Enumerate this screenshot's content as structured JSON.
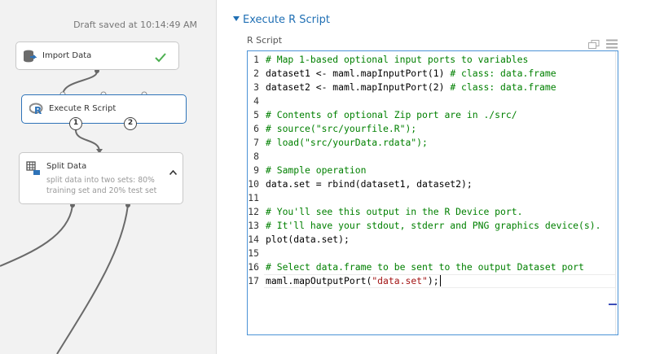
{
  "canvas": {
    "draft_status": "Draft saved at 10:14:49 AM",
    "nodes": {
      "import": {
        "label": "Import Data",
        "status_icon": "checkmark-icon"
      },
      "execute": {
        "label": "Execute R Script",
        "ports": [
          "1",
          "2"
        ]
      },
      "split": {
        "label": "Split Data",
        "description": "split data into two sets: 80% training set and 20% test set"
      }
    }
  },
  "panel": {
    "title": "Execute R Script",
    "param_label": "R Script",
    "lines": [
      {
        "num": "1",
        "parts": [
          {
            "t": "cm",
            "s": "# Map 1-based optional input ports to variables"
          }
        ]
      },
      {
        "num": "2",
        "parts": [
          {
            "t": "tx",
            "s": "dataset1 <- maml.mapInputPort(1) "
          },
          {
            "t": "cm",
            "s": "# class: data.frame"
          }
        ]
      },
      {
        "num": "3",
        "parts": [
          {
            "t": "tx",
            "s": "dataset2 <- maml.mapInputPort(2) "
          },
          {
            "t": "cm",
            "s": "# class: data.frame"
          }
        ]
      },
      {
        "num": "4",
        "parts": []
      },
      {
        "num": "5",
        "parts": [
          {
            "t": "cm",
            "s": "# Contents of optional Zip port are in ./src/"
          }
        ]
      },
      {
        "num": "6",
        "parts": [
          {
            "t": "cm",
            "s": "# source(\"src/yourfile.R\");"
          }
        ]
      },
      {
        "num": "7",
        "parts": [
          {
            "t": "cm",
            "s": "# load(\"src/yourData.rdata\");"
          }
        ]
      },
      {
        "num": "8",
        "parts": []
      },
      {
        "num": "9",
        "parts": [
          {
            "t": "cm",
            "s": "# Sample operation"
          }
        ]
      },
      {
        "num": "10",
        "parts": [
          {
            "t": "tx",
            "s": "data.set = rbind(dataset1, dataset2);"
          }
        ]
      },
      {
        "num": "11",
        "parts": []
      },
      {
        "num": "12",
        "parts": [
          {
            "t": "cm",
            "s": "# You'll see this output in the R Device port."
          }
        ]
      },
      {
        "num": "13",
        "parts": [
          {
            "t": "cm",
            "s": "# It'll have your stdout, stderr and PNG graphics device(s)."
          }
        ]
      },
      {
        "num": "14",
        "parts": [
          {
            "t": "tx",
            "s": "plot(data.set);"
          }
        ]
      },
      {
        "num": "15",
        "parts": []
      },
      {
        "num": "16",
        "parts": [
          {
            "t": "cm",
            "s": "# Select data.frame to be sent to the output Dataset port"
          }
        ]
      },
      {
        "num": "17",
        "parts": [
          {
            "t": "tx",
            "s": "maml.mapOutputPort("
          },
          {
            "t": "st",
            "s": "\"data.set\""
          },
          {
            "t": "tx",
            "s": ");"
          }
        ],
        "active": true
      }
    ]
  },
  "colors": {
    "accent": "#1f6fb4",
    "selected_border": "#2e73b8",
    "comment": "#008000",
    "string": "#a31515"
  }
}
